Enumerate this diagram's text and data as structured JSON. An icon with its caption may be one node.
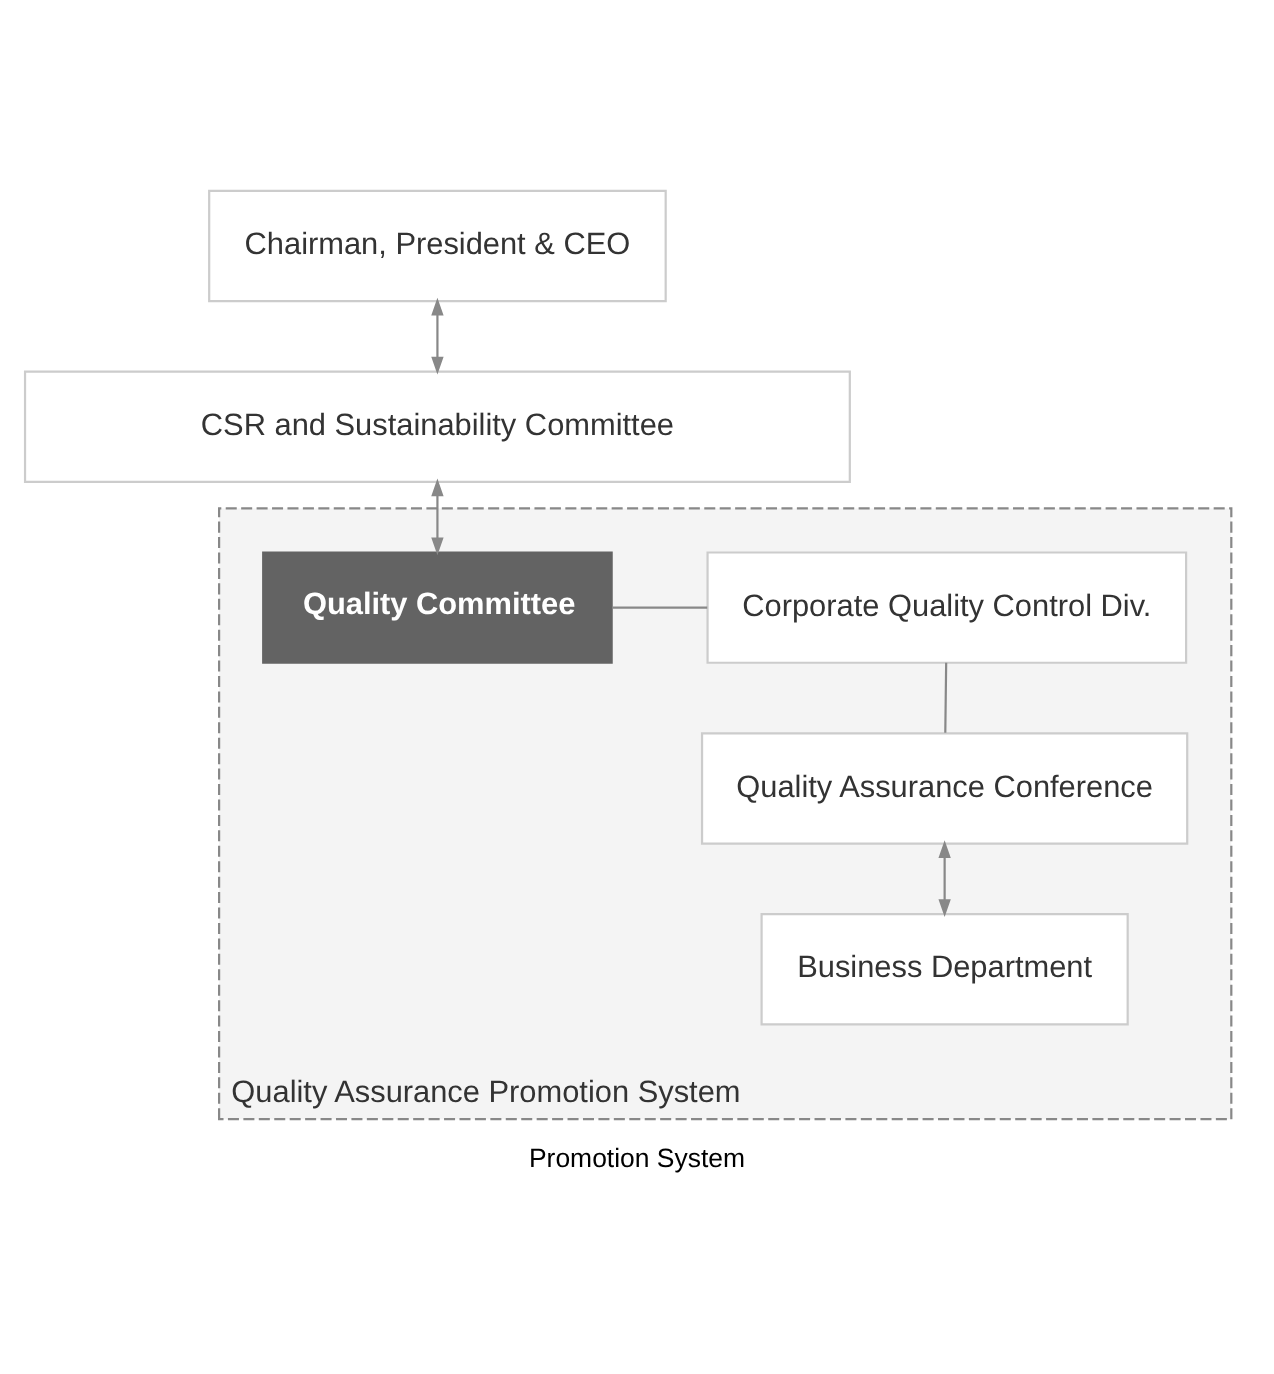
{
  "diagram": {
    "caption": "Promotion System",
    "nodes": [
      {
        "text": [
          "Chairman, President & CEO"
        ]
      },
      {
        "text": [
          "CSR and Sustainability Committee"
        ]
      },
      {
        "text": [
          "Quality Assurance Promotion System"
        ]
      },
      {
        "text": [
          "Quality Committee"
        ],
        "in": 2
      },
      {
        "text": [
          "Corporate Quality Control Div."
        ],
        "in": 2
      },
      {
        "text": [
          "Quality Assurance Conference"
        ],
        "in": 2
      },
      {
        "text": [
          "Business Department"
        ],
        "in": 2
      }
    ],
    "edges": [
      {
        "from": 0,
        "to": 1,
        "arrow": "both"
      },
      {
        "from": 1,
        "to": 3,
        "arrow": "both"
      },
      {
        "from": 3,
        "to": 4,
        "arrow": "none"
      },
      {
        "from": 4,
        "to": 5,
        "arrow": "none"
      },
      {
        "from": 5,
        "to": 6,
        "arrow": "both"
      }
    ]
  }
}
